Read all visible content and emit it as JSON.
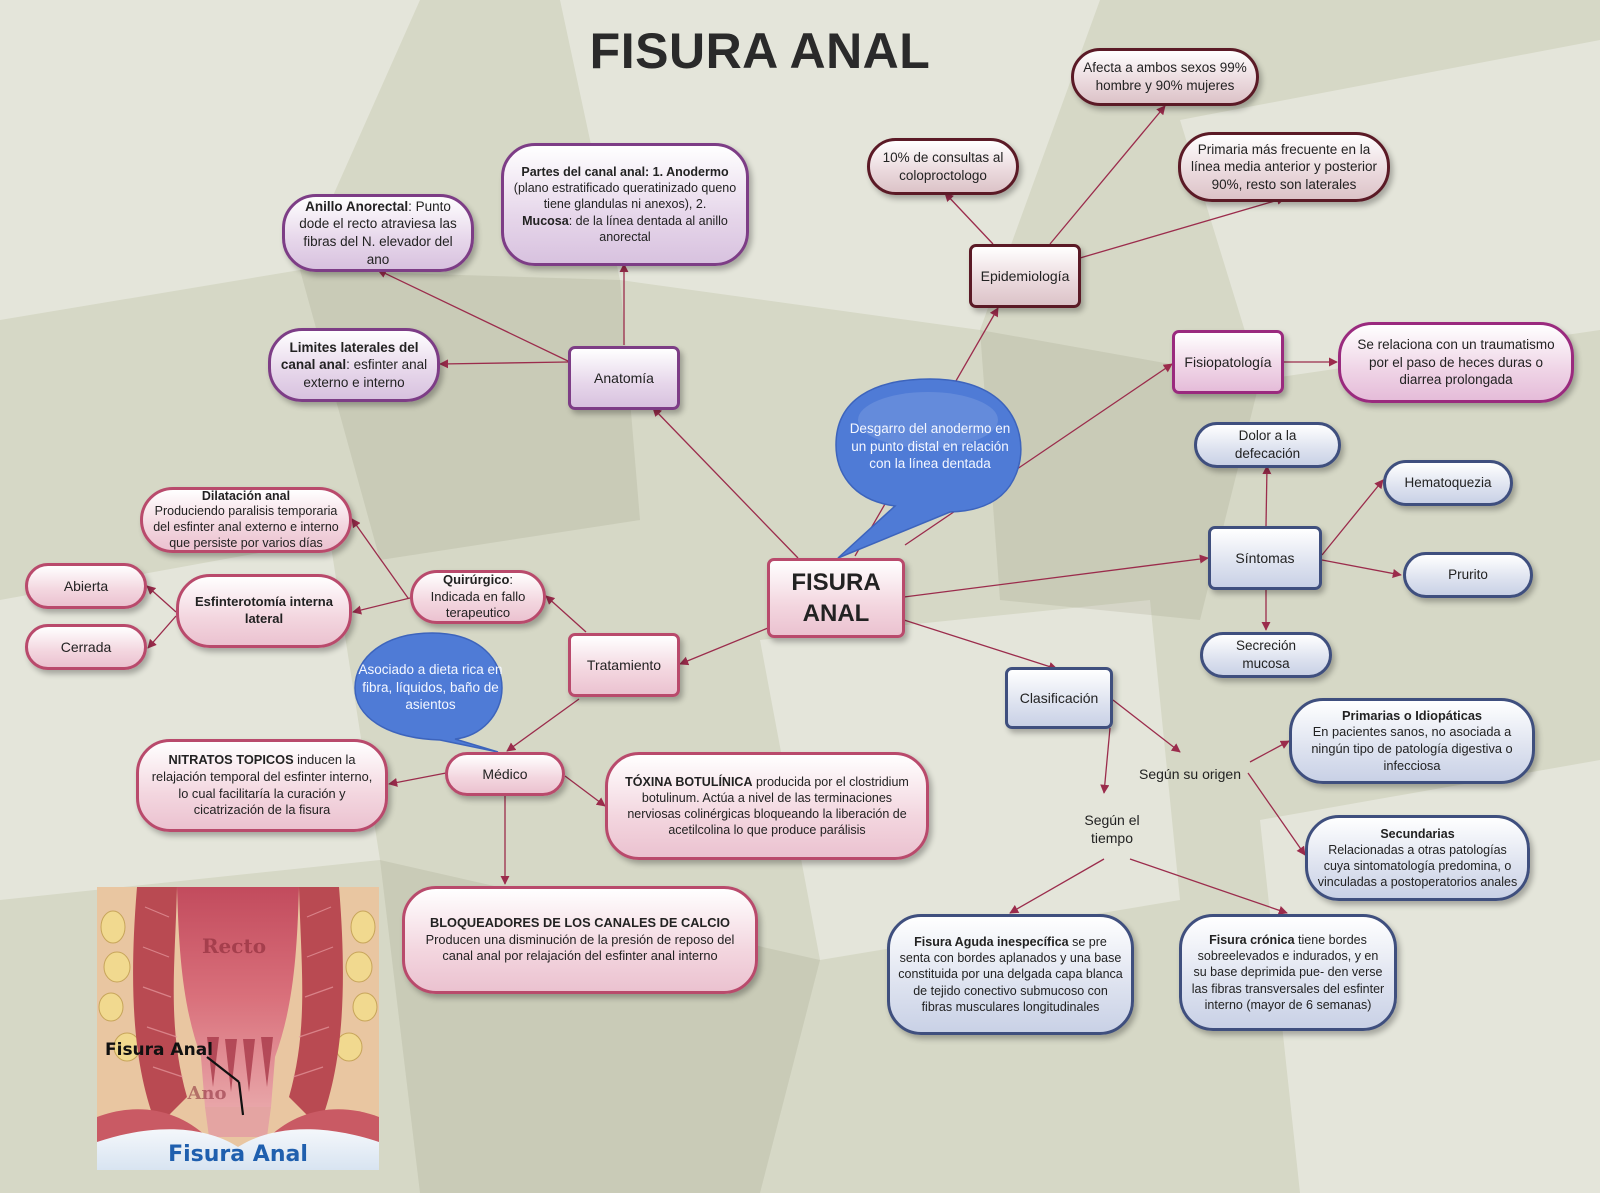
{
  "title": "FISURA ANAL",
  "center": {
    "line1": "FISURA",
    "line2": "ANAL"
  },
  "callout_center": "Desgarro del anodermo en un punto distal en relación con la línea dentada",
  "callout_diet": "Asociado a dieta rica en fibra, líquidos, baño de asientos",
  "anatomia": {
    "label": "Anatomía",
    "anillo_title": "Anillo Anorectal",
    "anillo_text": ": Punto dode el recto atraviesa las fibras del N. elevador del ano",
    "partes_title": "Partes del canal anal: 1. Anodermo",
    "partes_text": "(plano estratificado queratinizado queno tiene glandulas ni anexos), 2.",
    "partes_mucosa_title": "Mucosa",
    "partes_mucosa_text": ": de la línea dentada al anillo anorectal",
    "limites_title": "Limites laterales del canal anal",
    "limites_text": ": esfinter anal externo e interno"
  },
  "epidemiologia": {
    "label": "Epidemiología",
    "consultas": "10% de consultas al coloproctologo",
    "sexos": "Afecta a ambos sexos 99% hombre y 90% mujeres",
    "primaria": "Primaria más frecuente en la línea media anterior y posterior 90%, resto son laterales"
  },
  "fisiopatologia": {
    "label": "Fisiopatología",
    "detail": "Se relaciona con un traumatismo por el paso de heces duras o diarrea prolongada"
  },
  "sintomas": {
    "label": "Síntomas",
    "items": [
      "Dolor a la defecación",
      "Hematoquezia",
      "Prurito",
      "Secreción mucosa"
    ]
  },
  "clasificacion": {
    "label": "Clasificación",
    "origen": "Según su origen",
    "tiempo": "Según el tiempo",
    "primarias_title": "Primarias o Idiopáticas",
    "primarias_text": "En pacientes sanos, no asociada a ningún tipo de patología digestiva o infecciosa",
    "secundarias_title": "Secundarias",
    "secundarias_text": "Relacionadas a otras patologías cuya sintomatología predomina, o vinculadas a postoperatorios anales",
    "aguda_title": "Fisura Aguda inespecífica",
    "aguda_text": " se pre senta con bordes aplanados y una base constituida por una delgada capa blanca de tejido conectivo submucoso con fibras musculares longitudinales",
    "cronica_title": "Fisura crónica",
    "cronica_text": " tiene bordes sobreelevados e indurados, y en su base deprimida pue- den verse las fibras transversales del esfinter interno (mayor de 6 semanas)"
  },
  "tratamiento": {
    "label": "Tratamiento",
    "quirurgico_title": "Quirúrgico",
    "quirurgico_text": ": Indicada en fallo terapeutico",
    "dilatacion_title": "Dilatación anal",
    "dilatacion_text": "Produciendo paralisis temporaria del esfinter anal externo e interno que persiste por varios días",
    "esfinterotomia": "Esfinterotomía interna lateral",
    "abierta": "Abierta",
    "cerrada": "Cerrada",
    "medico": "Médico",
    "nitratos_title": "NITRATOS TOPICOS",
    "nitratos_text": " inducen la relajación temporal del esfinter interno, lo cual facilitaría la curación y cicatrización de la fisura",
    "toxina_title": "TÓXINA BOTULÍNICA",
    "toxina_text": " producida por el clostridium botulinum. Actúa a nivel de las terminaciones nerviosas colinérgicas bloqueando la liberación de acetilcolina lo que produce parálisis",
    "bloqueadores_title": "BLOQUEADORES DE LOS CANALES DE CALCIO",
    "bloqueadores_text": " Producen una disminución de la presión de reposo del canal anal por relajación del esfinter anal interno"
  },
  "illustration": {
    "label_recto": "Recto",
    "label_fisura": "Fisura Anal",
    "label_ano": "Ano",
    "caption": "Fisura Anal"
  }
}
